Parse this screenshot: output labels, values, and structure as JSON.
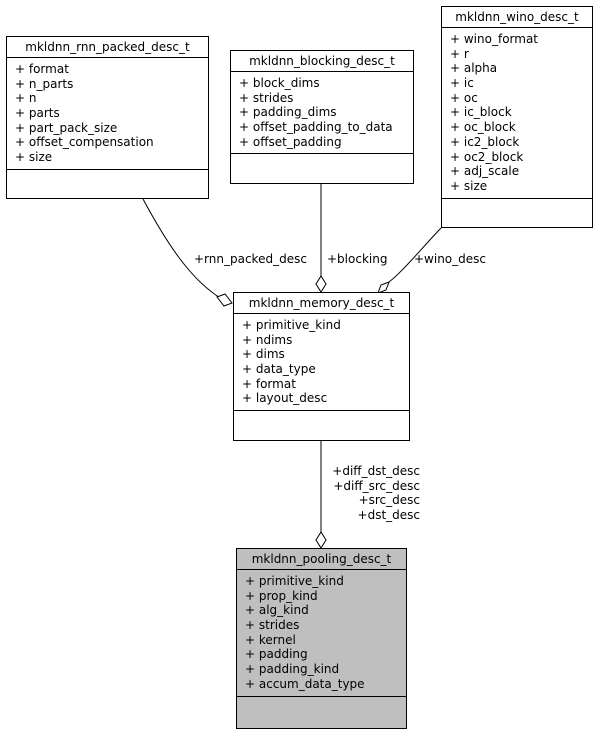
{
  "classes": {
    "rnn_packed": {
      "name": "mkldnn_rnn_packed_desc_t",
      "attrs": [
        "+ format",
        "+ n_parts",
        "+ n",
        "+ parts",
        "+ part_pack_size",
        "+ offset_compensation",
        "+ size"
      ]
    },
    "blocking": {
      "name": "mkldnn_blocking_desc_t",
      "attrs": [
        "+ block_dims",
        "+ strides",
        "+ padding_dims",
        "+ offset_padding_to_data",
        "+ offset_padding"
      ]
    },
    "wino": {
      "name": "mkldnn_wino_desc_t",
      "attrs": [
        "+ wino_format",
        "+ r",
        "+ alpha",
        "+ ic",
        "+ oc",
        "+ ic_block",
        "+ oc_block",
        "+ ic2_block",
        "+ oc2_block",
        "+ adj_scale",
        "+ size"
      ]
    },
    "memory": {
      "name": "mkldnn_memory_desc_t",
      "attrs": [
        "+ primitive_kind",
        "+ ndims",
        "+ dims",
        "+ data_type",
        "+ format",
        "+ layout_desc"
      ]
    },
    "pooling": {
      "name": "mkldnn_pooling_desc_t",
      "attrs": [
        "+ primitive_kind",
        "+ prop_kind",
        "+ alg_kind",
        "+ strides",
        "+ kernel",
        "+ padding",
        "+ padding_kind",
        "+ accum_data_type"
      ]
    }
  },
  "edges": {
    "rnn_packed_label": "+rnn_packed_desc",
    "blocking_label": "+blocking",
    "wino_label": "+wino_desc",
    "memory_labels": [
      "+diff_dst_desc",
      "+diff_src_desc",
      "+src_desc",
      "+dst_desc"
    ]
  }
}
